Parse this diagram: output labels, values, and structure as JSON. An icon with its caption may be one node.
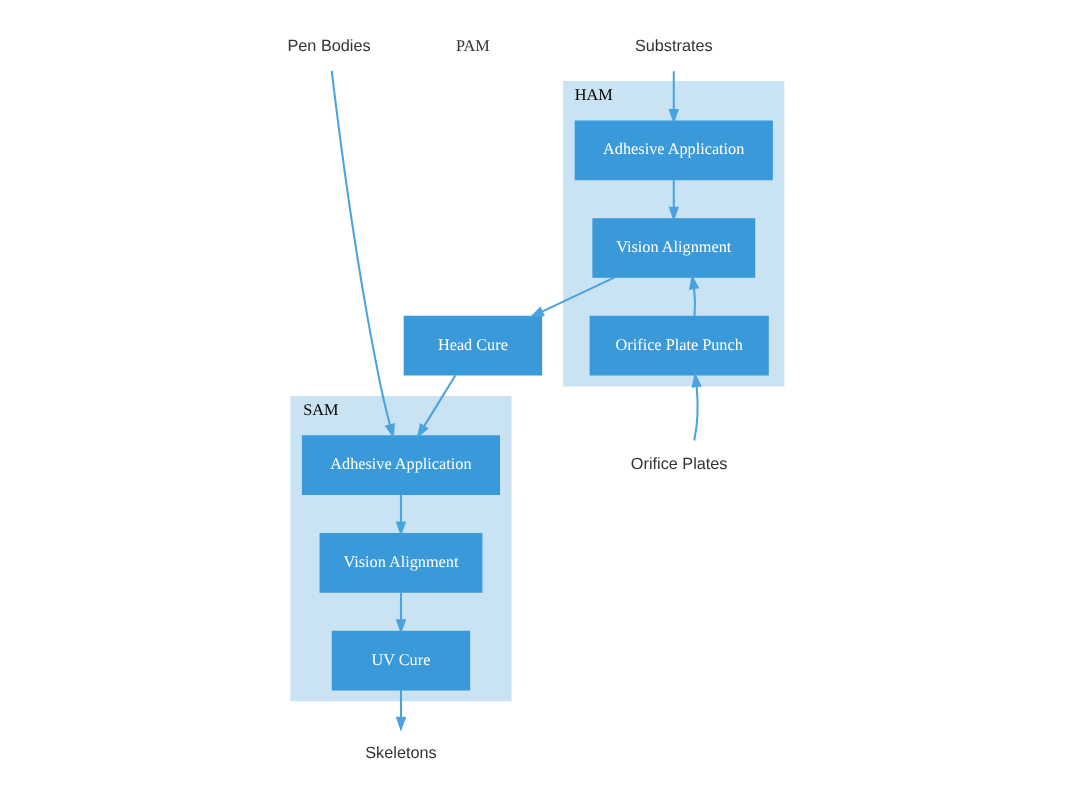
{
  "diagram": {
    "nodes": [
      {
        "text": [
          "HAM"
        ]
      },
      {
        "text": [
          "Adhesive Application"
        ],
        "in": 0
      },
      {
        "text": [
          "Vision Alignment"
        ],
        "in": 0
      },
      {
        "text": [
          "Orifice Plate Punch"
        ],
        "in": 0
      },
      {
        "text": [
          "Head Cure"
        ]
      },
      {
        "text": [
          "SAM"
        ]
      },
      {
        "text": [
          "Adhesive Application"
        ],
        "in": 5
      },
      {
        "text": [
          "Vision Alignment"
        ],
        "in": 5
      },
      {
        "text": [
          "UV Cure"
        ],
        "in": 5
      },
      {
        "text": [
          "Substrates"
        ]
      },
      {
        "text": [
          "Orifice Plates"
        ]
      },
      {
        "text": [
          "Pen Bodies"
        ]
      },
      {
        "text": [
          "Skeletons"
        ]
      }
    ],
    "edges": [
      {
        "from": 9,
        "to": 1,
        "arrow": "to"
      },
      {
        "from": 1,
        "to": 2,
        "arrow": "to"
      },
      {
        "from": 3,
        "to": 2,
        "arrow": "to"
      },
      {
        "from": 10,
        "to": 3,
        "arrow": "to"
      },
      {
        "from": 2,
        "to": 4,
        "arrow": "to"
      },
      {
        "from": 4,
        "to": 6,
        "arrow": "to"
      },
      {
        "from": 11,
        "to": 6,
        "arrow": "to"
      },
      {
        "from": 6,
        "to": 7,
        "arrow": "to"
      },
      {
        "from": 7,
        "to": 8,
        "arrow": "to"
      },
      {
        "from": 8,
        "to": 12,
        "arrow": "to"
      }
    ],
    "labels": [
      "PAM"
    ]
  }
}
